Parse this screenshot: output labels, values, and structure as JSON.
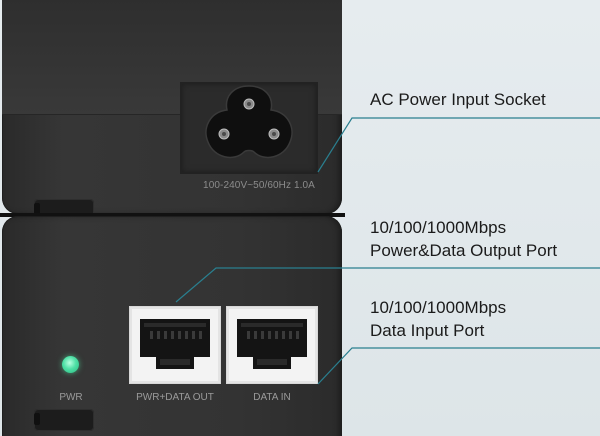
{
  "device": {
    "ac_rating_text": "100-240V~50/60Hz 1.0A",
    "led_color": "#4fe0a6",
    "labels": {
      "pwr": "PWR",
      "pwr_data_out": "PWR+DATA OUT",
      "data_in": "DATA IN"
    }
  },
  "callouts": {
    "ac_socket": {
      "line1": "AC Power Input Socket"
    },
    "output_port": {
      "line1": "10/100/1000Mbps",
      "line2": "Power&Data Output Port"
    },
    "input_port": {
      "line1": "10/100/1000Mbps",
      "line2": "Data Input Port"
    }
  },
  "colors": {
    "leader_line": "#2a7f8f",
    "background": "#e3eaed",
    "device_body": "#333333"
  }
}
